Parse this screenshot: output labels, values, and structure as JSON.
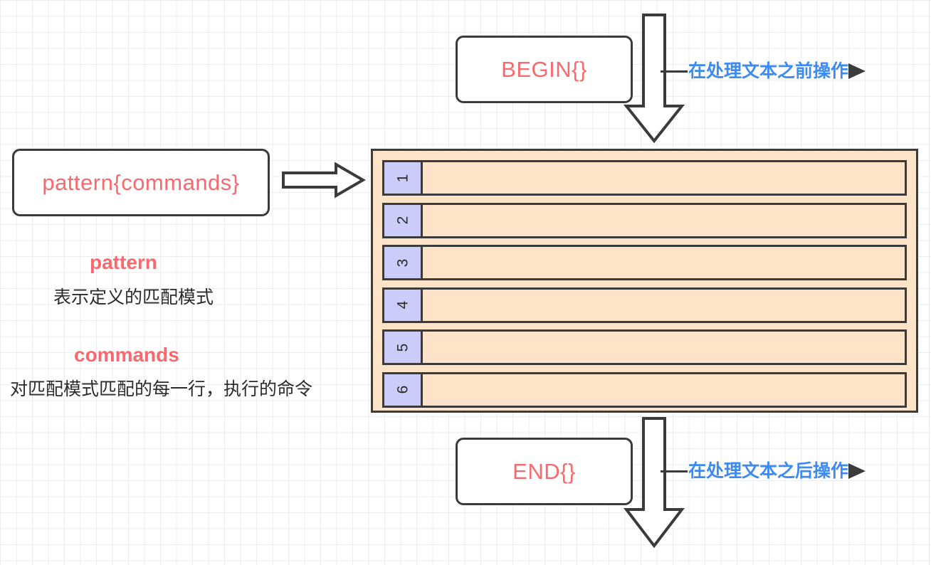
{
  "diagram": {
    "title": "awk program structure",
    "colors": {
      "keyword_red": "#f8696e",
      "annotation_blue": "#3d8bf2",
      "row_peach": "#fde3c7",
      "row_number_lavender": "#ccccf9",
      "stroke_dark": "#3b3b3b",
      "grid_line": "#ececec",
      "background": "#ffffff"
    },
    "nodes": {
      "pattern_box": "pattern{commands}",
      "begin_box": "BEGIN{}",
      "end_box": "END{}"
    },
    "annotations": {
      "before": "在处理文本之前操作",
      "after": "在处理文本之后操作"
    },
    "legend": [
      {
        "term": "pattern",
        "description": "表示定义的匹配模式"
      },
      {
        "term": "commands",
        "description": "对匹配模式匹配的每一行，执行的命令"
      }
    ],
    "record_table": {
      "rows": [
        {
          "number": "1",
          "content": ""
        },
        {
          "number": "2",
          "content": ""
        },
        {
          "number": "3",
          "content": ""
        },
        {
          "number": "4",
          "content": ""
        },
        {
          "number": "5",
          "content": ""
        },
        {
          "number": "6",
          "content": ""
        }
      ]
    },
    "arrows": {
      "pattern_to_table": "block-arrow-right",
      "begin_to_table": "block-arrow-down",
      "table_to_end": "block-arrow-down"
    }
  }
}
